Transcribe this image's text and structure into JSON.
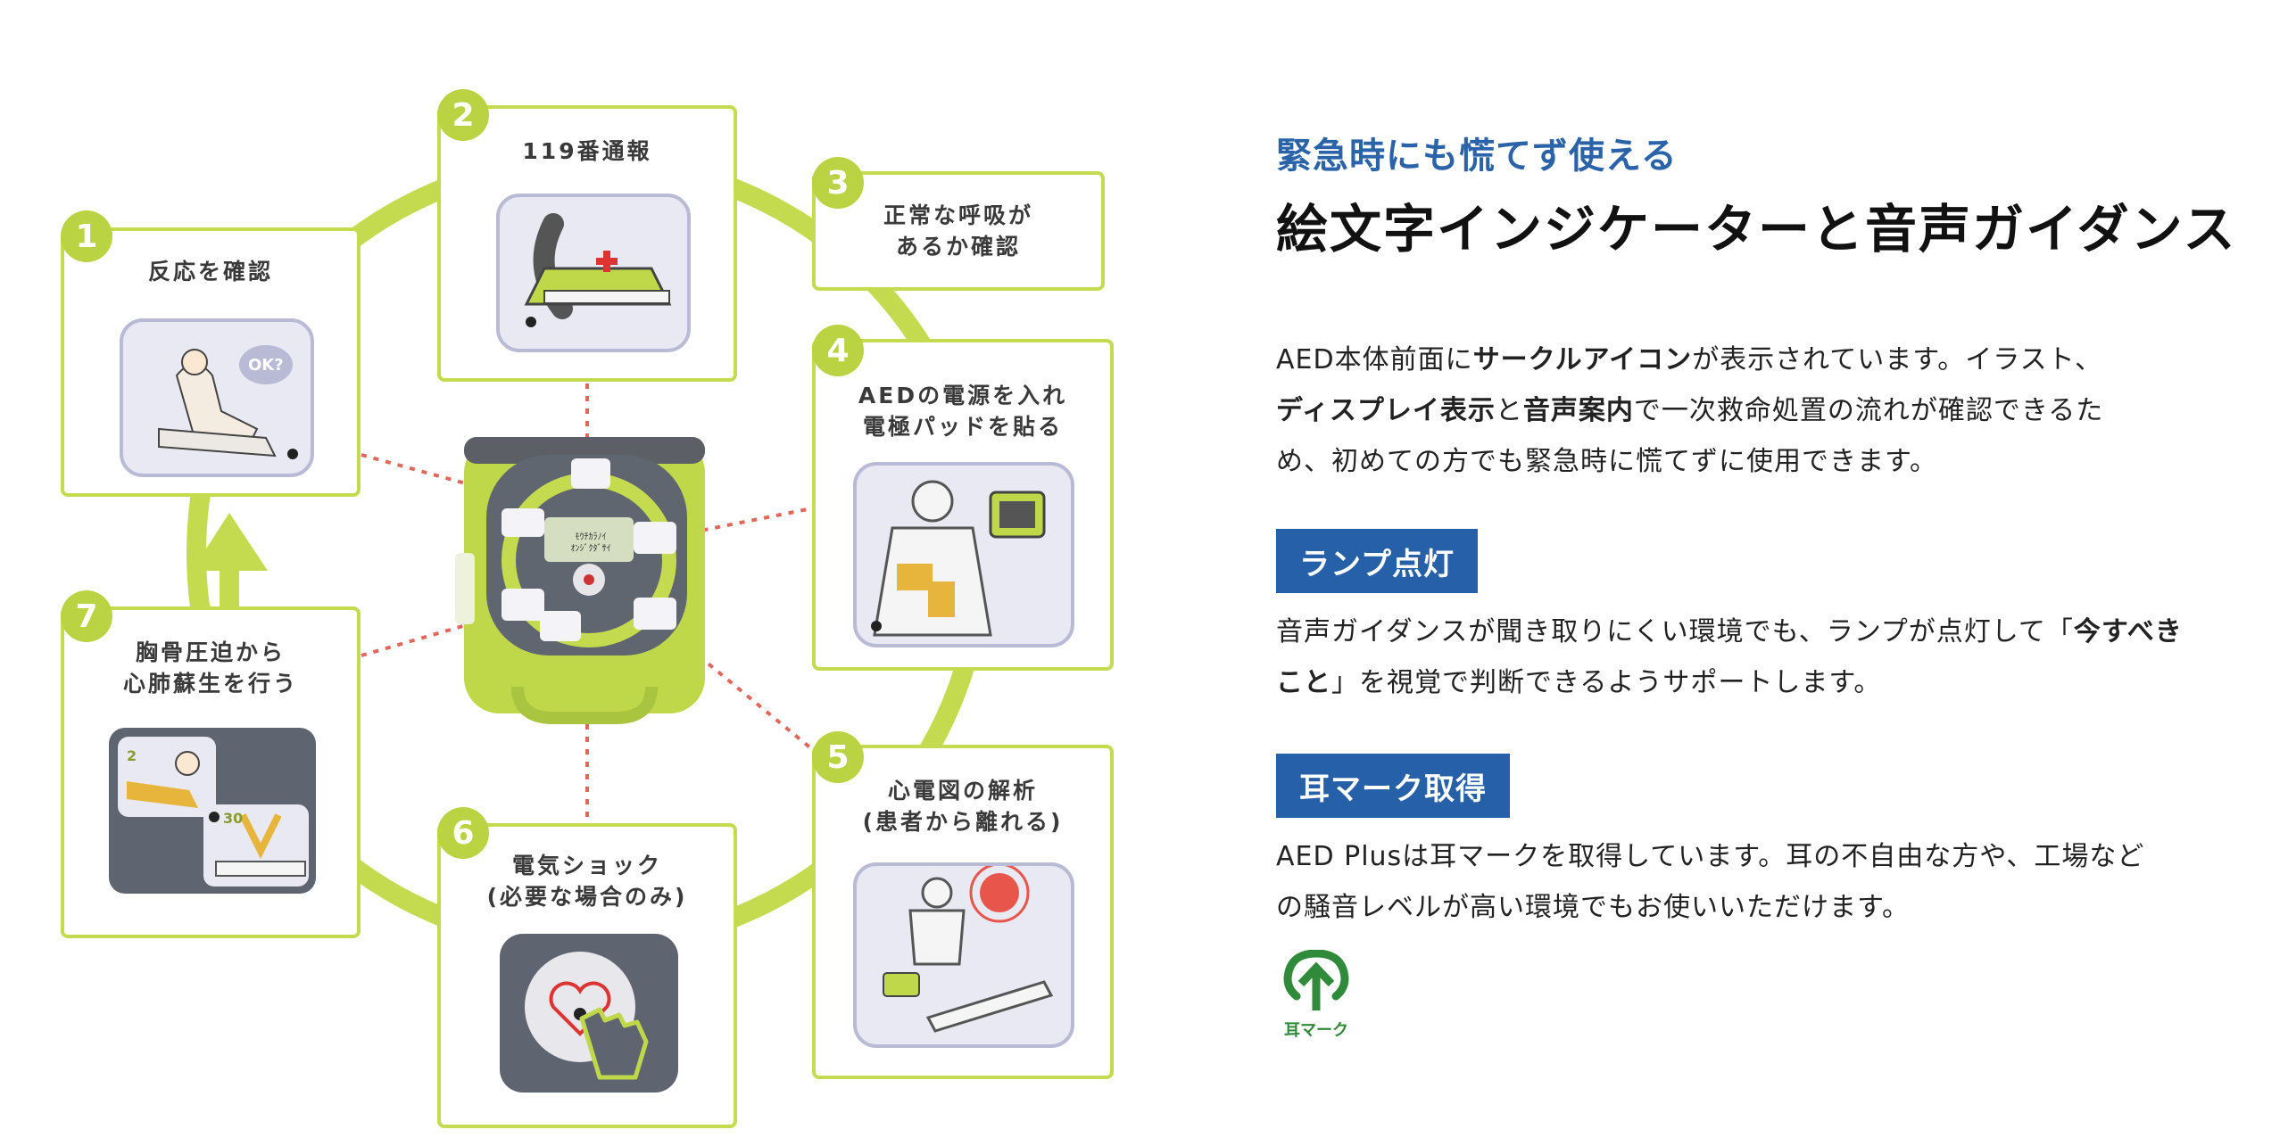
{
  "steps": [
    {
      "num": "1",
      "label": "反応を確認"
    },
    {
      "num": "2",
      "label": "119番通報"
    },
    {
      "num": "3",
      "label": "正常な呼吸が\nあるか確認"
    },
    {
      "num": "4",
      "label": "AEDの電源を入れ\n電極パッドを貼る"
    },
    {
      "num": "5",
      "label": "心電図の解析\n(患者から離れる)"
    },
    {
      "num": "6",
      "label": "電気ショック\n(必要な場合のみ)"
    },
    {
      "num": "7",
      "label": "胸骨圧迫から\n心肺蘇生を行う"
    }
  ],
  "pictograms": {
    "ok_bubble": "OK?",
    "cpr_count_2": "2",
    "cpr_count_30": "30",
    "screen_line1": "ﾓｳﾁｶﾗﾉｲ",
    "screen_line2": "ｵﾝｼﾞｸﾀﾞｻｲ"
  },
  "text": {
    "kicker": "緊急時にも慌てず使える",
    "headline": "絵文字インジケーターと音声ガイダンス",
    "intro": [
      [
        {
          "t": "AED本体前面に"
        },
        {
          "t": "サークルアイコン",
          "b": true
        },
        {
          "t": "が表示されています。イラスト、"
        }
      ],
      [
        {
          "t": "ディスプレイ表示",
          "b": true
        },
        {
          "t": "と"
        },
        {
          "t": "音声案内",
          "b": true
        },
        {
          "t": "で一次救命処置の流れが確認できるた"
        }
      ],
      [
        {
          "t": "め、初めての方でも緊急時に慌てずに使用できます。"
        }
      ]
    ],
    "lamp_tag": "ランプ点灯",
    "lamp_body": [
      [
        {
          "t": "音声ガイダンスが聞き取りにくい環境でも、ランプが点灯して「"
        },
        {
          "t": "今すべき",
          "b": true
        }
      ],
      [
        {
          "t": "こと",
          "b": true
        },
        {
          "t": "」を視覚で判断できるようサポートします。"
        }
      ]
    ],
    "ear_tag": "耳マーク取得",
    "ear_body": [
      [
        {
          "t": "AED Plusは耳マークを取得しています。耳の不自由な方や、工場など"
        }
      ],
      [
        {
          "t": "の騒音レベルが高い環境でもお使いいただけます。"
        }
      ]
    ],
    "ear_logo_label": "耳マーク"
  },
  "colors": {
    "accent_green": "#c5db4f",
    "badge_green": "#b9d343",
    "brand_blue": "#2660a9",
    "kicker_blue": "#2b63a8",
    "ear_green": "#2f8a3a"
  }
}
